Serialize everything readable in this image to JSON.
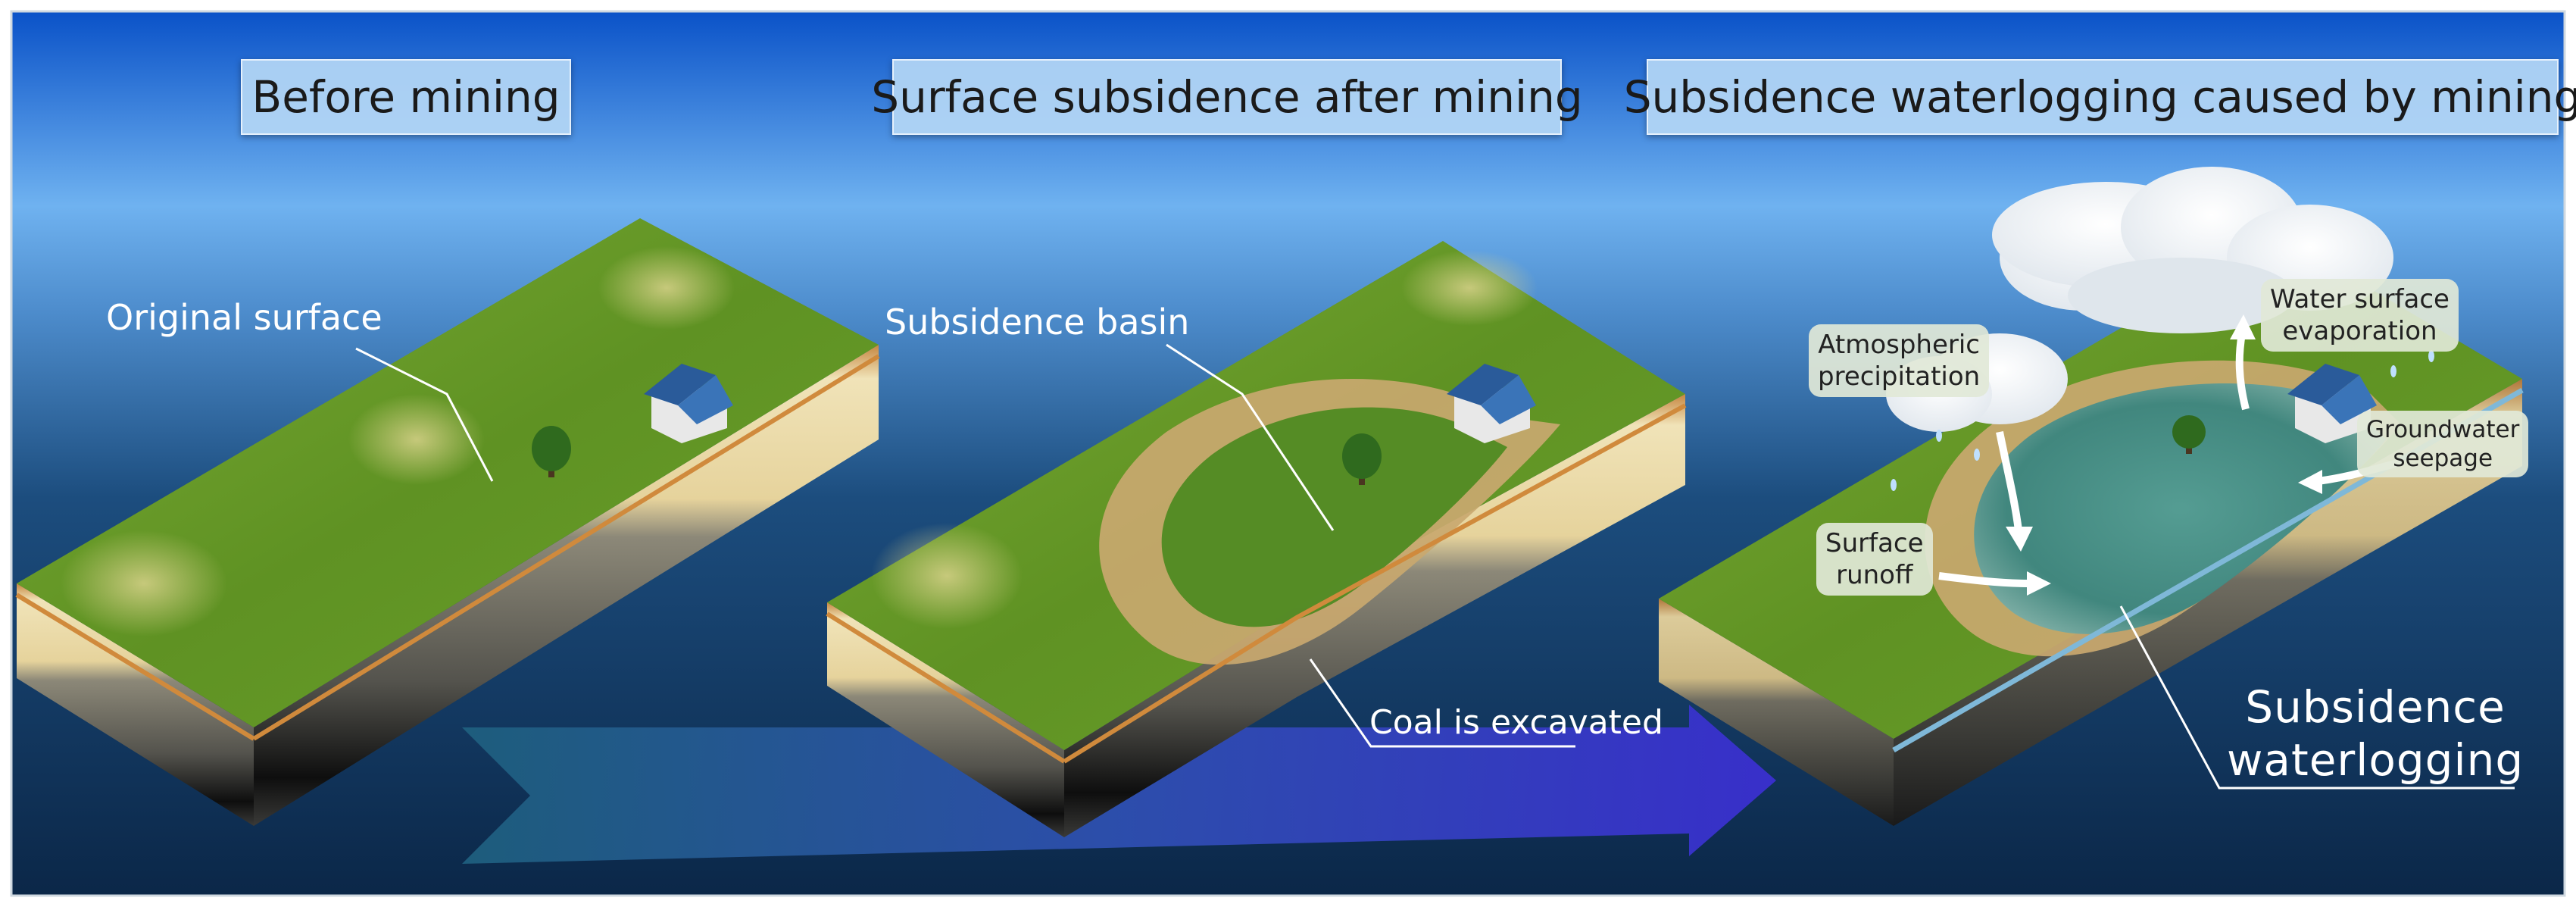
{
  "titles": {
    "before": "Before mining",
    "after": "Surface subsidence after mining",
    "waterlogging": "Subsidence waterlogging caused by mining"
  },
  "labels": {
    "original_surface": "Original surface",
    "subsidence_basin": "Subsidence basin",
    "coal_excavated": "Coal is excavated",
    "atmospheric_1": "Atmospheric",
    "atmospheric_2": "precipitation",
    "evaporation_1": "Water surface",
    "evaporation_2": "evaporation",
    "groundwater_1": "Groundwater",
    "groundwater_2": "seepage",
    "runoff_1": "Surface",
    "runoff_2": "runoff",
    "waterlogging_1": "Subsidence",
    "waterlogging_2": "waterlogging"
  },
  "colors": {
    "sky_top": "#0a52c8",
    "sky_mid": "#6fb2f0",
    "sky_bottom": "#0b2748",
    "grass": "#6a9a28",
    "soil": "#e8d6a0",
    "rock": "#5a5a55",
    "coal": "#1a1a1a",
    "path": "#c9a86f",
    "water": "#3d8a88",
    "arrow": "#2f3fb0"
  },
  "icons": [
    "house-icon",
    "tree-icon",
    "cloud-icon",
    "flow-arrow-icon"
  ]
}
